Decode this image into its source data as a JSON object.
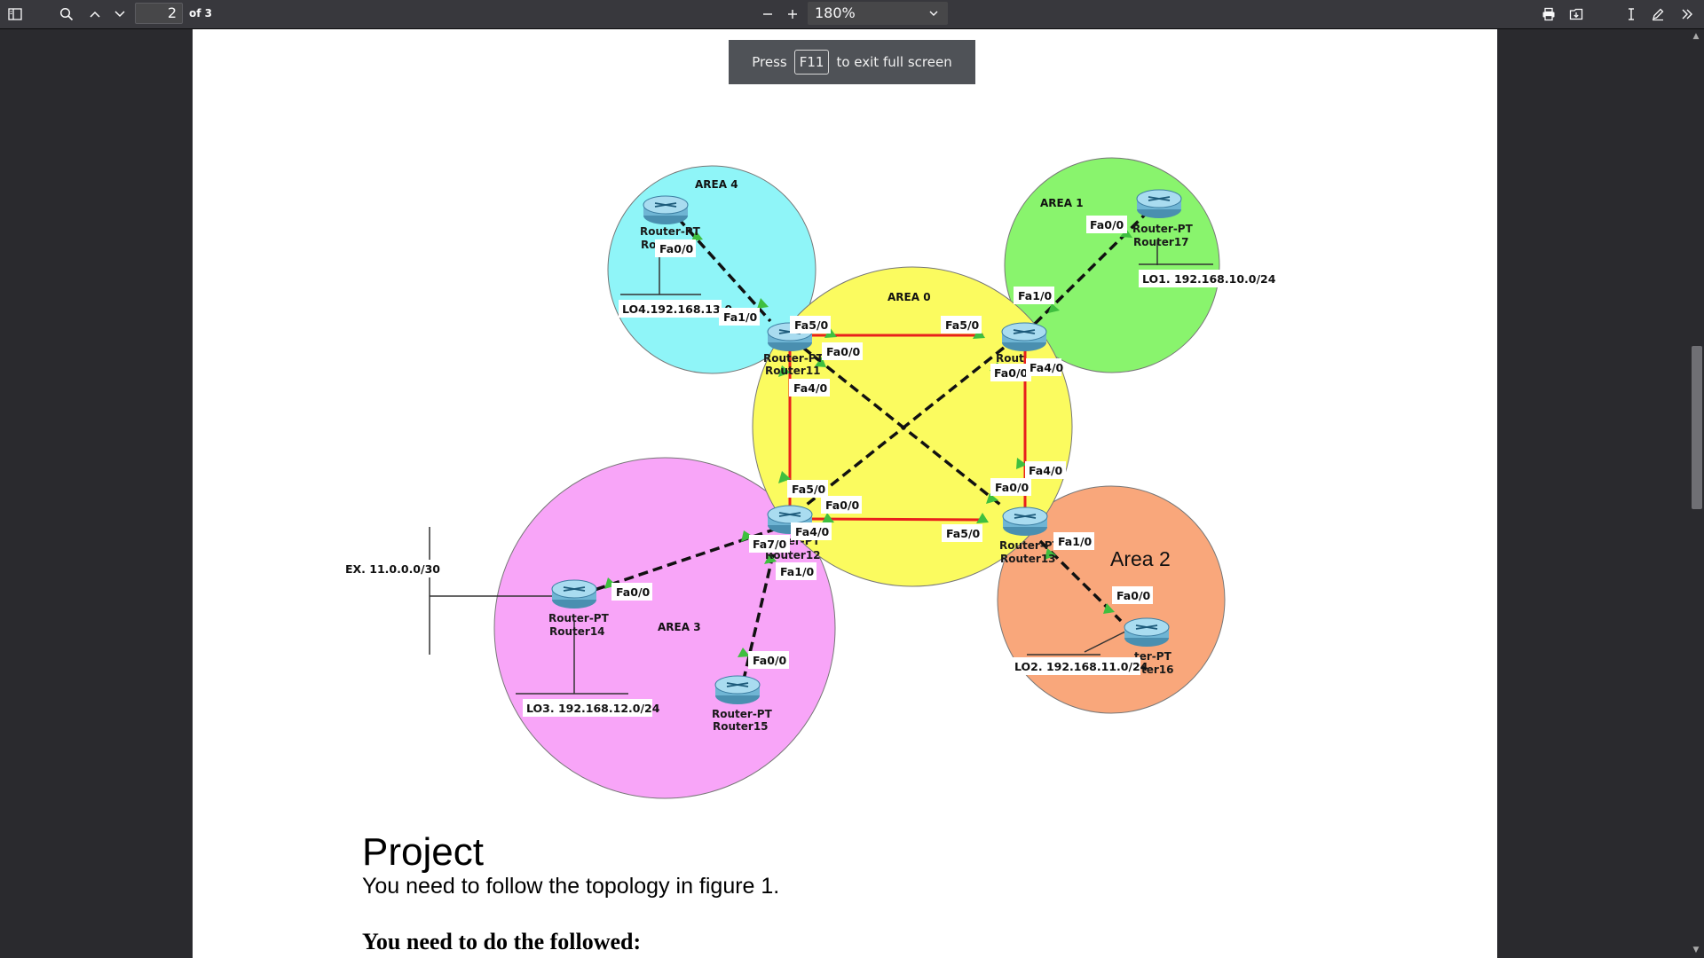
{
  "toolbar": {
    "page_number": "2",
    "page_count": "of 3",
    "zoom": "180%"
  },
  "notice": {
    "press": "Press",
    "key": "F11",
    "rest": "to exit full screen"
  },
  "diagram": {
    "areas": {
      "area4": "AREA 4",
      "area1": "AREA 1",
      "area0": "AREA 0",
      "area3": "AREA 3",
      "area2": "Area 2"
    },
    "routers": {
      "r_area4_top": "Router-PT",
      "r_area4_bot": "Ro",
      "r11_top": "Router-PT",
      "r11_bot": "Router11",
      "r17_top": "Router-PT",
      "r17_bot": "Router17",
      "r10_top": "Rout",
      "r12_top": "ter-PT",
      "r12_bot": "Router12",
      "r13_top": "Router-PT",
      "r13_bot": "Router13",
      "r14_top": "Router-PT",
      "r14_bot": "Router14",
      "r15_top": "Router-PT",
      "r15_bot": "Router15",
      "r16_top": "ter-PT",
      "r16_bot": "ter16"
    },
    "labels": {
      "a4_fa00": "Fa0/0",
      "lo4": "LO4.192.168.13.0",
      "r11_fa10": "Fa1/0",
      "r11_fa50": "Fa5/0",
      "r11_fa00": "Fa0/0",
      "r11_fa40": "Fa4/0",
      "a1_fa00": "Fa0/0",
      "lo1": "LO1. 192.168.10.0/24",
      "r10_fa10": "Fa1/0",
      "r10_fa50": "Fa5/0",
      "r10_fa00": "Fa0/0",
      "r10_fa40": "Fa4/0",
      "r12_fa50": "Fa5/0",
      "r12_fa00": "Fa0/0",
      "r12_fa40": "Fa4/0",
      "r12_fa70": "Fa7/0",
      "r12_fa10": "Fa1/0",
      "r13_fa40": "Fa4/0",
      "r13_fa00": "Fa0/0",
      "r13_fa50": "Fa5/0",
      "r13_fa10": "Fa1/0",
      "r16_fa00": "Fa0/0",
      "lo2": "LO2. 192.168.11.0/24",
      "ex": "EX. 11.0.0.0/30",
      "r14_fa00": "Fa0/0",
      "lo3": "LO3. 192.168.12.0/24",
      "r15_fa00": "Fa0/0"
    },
    "colors": {
      "area4": "#8ff5f8",
      "area1": "#89f46d",
      "area0": "#fbfb5f",
      "area3": "#f8a5f8",
      "area2": "#f9a77b",
      "red_link": "#e8201c",
      "serial": "#111111",
      "arrow": "#3fbf3f"
    }
  },
  "document": {
    "title": "Project",
    "line1": "You need to follow the topology in figure 1.",
    "bold": "You need to do the followed:"
  }
}
